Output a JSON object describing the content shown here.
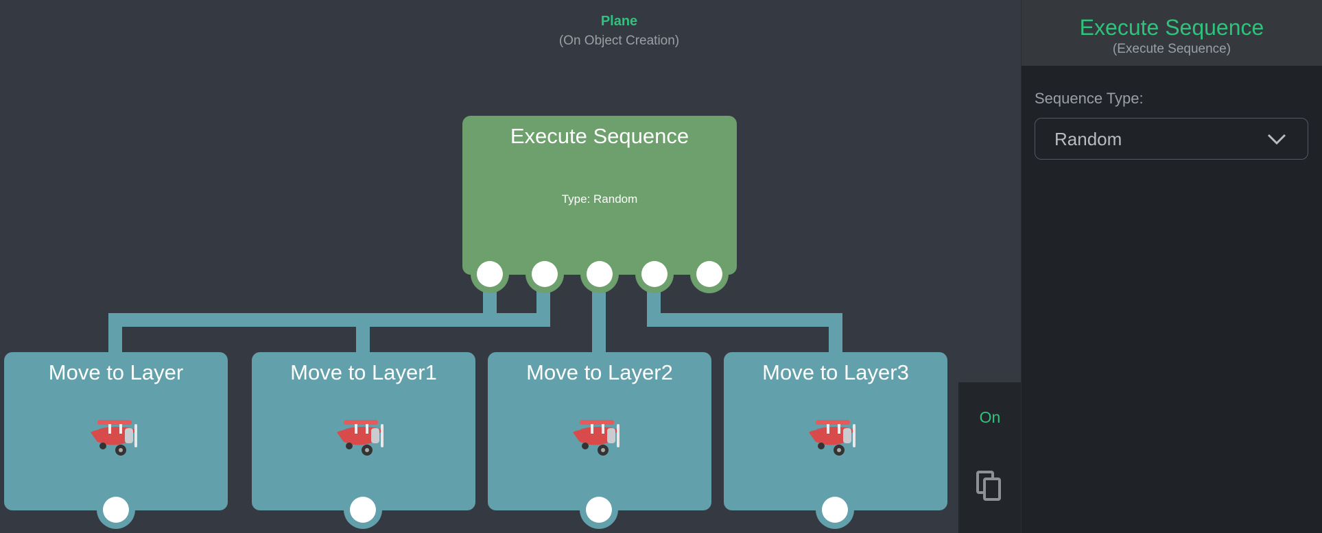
{
  "canvas": {
    "object_name": "Plane",
    "event_label": "(On Object Creation)"
  },
  "root_node": {
    "title": "Execute Sequence",
    "type_label": "Type: Random",
    "output_ports": 5
  },
  "child_nodes": [
    {
      "title": "Move to Layer",
      "icon": "red-biplane-icon"
    },
    {
      "title": "Move to Layer1",
      "icon": "red-biplane-icon"
    },
    {
      "title": "Move to Layer2",
      "icon": "red-biplane-icon"
    },
    {
      "title": "Move to Layer3",
      "icon": "red-biplane-icon"
    }
  ],
  "toggle_panel": {
    "state_label": "On",
    "copy_icon": "copy-icon"
  },
  "inspector": {
    "title": "Execute Sequence",
    "subtitle": "(Execute Sequence)",
    "sequence_type_label": "Sequence Type:",
    "sequence_type_value": "Random"
  },
  "colors": {
    "canvas_bg": "#353a42",
    "accent_green": "#2fc27c",
    "root_node": "#6da06c",
    "child_node": "#62a0ab",
    "inspector_bg": "#1f2226"
  }
}
